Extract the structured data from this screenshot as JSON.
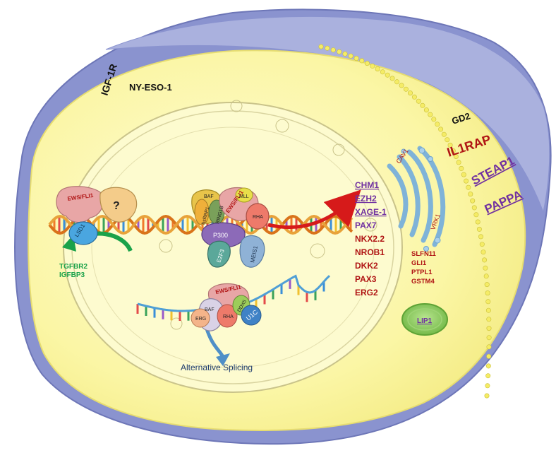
{
  "membrane_labels": {
    "igf1r": "IGF-1R",
    "nyeso1": "NY-ESO-1",
    "gd2": "GD2",
    "il1rap": "IL1RAP",
    "steap1": "STEAP1",
    "pappa": "PAPPA"
  },
  "complex_left": {
    "fusion": "EWS/FLI1",
    "unknown": "?",
    "lsd1": "LSD1"
  },
  "repressed_genes": [
    "TGFBR2",
    "IGFBP3"
  ],
  "complex_center": {
    "baf": "BAF",
    "hsrbp1": "hsRBP1",
    "ring1b": "RING1B",
    "fusion": "EWS/FLI1",
    "mll": "MLL",
    "rha": "RHA",
    "p300": "P300",
    "e2f3": "E2F3",
    "meis1": "MEIS1"
  },
  "surface_target_genes": [
    "CHM1",
    "EZH2",
    "XAGE-1"
  ],
  "target_genes": [
    "PAX7",
    "NKX2.2",
    "NROB1",
    "DKK2",
    "PAX3",
    "ERG2"
  ],
  "cytoplasm_genes": [
    "SLFN11",
    "GLI1",
    "PTPL1",
    "GSTM4"
  ],
  "organelles": {
    "cav1": "CAV1",
    "vrk1": "VRK1",
    "lip1": "LIP1"
  },
  "complex_splicing": {
    "baf": "BAF",
    "erg": "ERG",
    "fusion": "EWS/FLI1",
    "rha": "RHA",
    "ddx5": "DDX5",
    "u1c": "U1C",
    "caption": "Alternative Splicing"
  },
  "colors": {
    "membrane_outer": "#8b93cf",
    "membrane_top": "#aab0dc",
    "cytoplasm": "#fbf7a8",
    "nucleus_fill": "#fdfbcc",
    "dark_red": "#b01414",
    "purple": "#7030a0",
    "green": "#1aa24a",
    "mitochondria": "#8dcf5a"
  }
}
